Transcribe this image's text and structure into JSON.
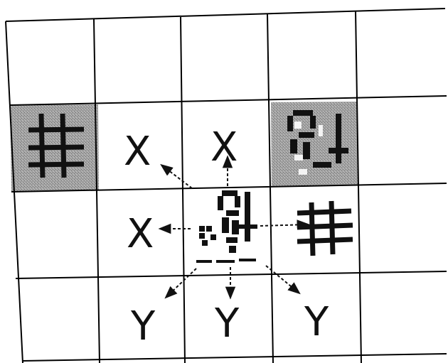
{
  "grid": {
    "rows": 4,
    "cols": 5
  },
  "shaded_cells": [
    {
      "row": 1,
      "col": 0,
      "glyph": "hash-icon"
    },
    {
      "row": 1,
      "col": 3,
      "glyph": "figure-icon"
    }
  ],
  "center_cell": {
    "row": 2,
    "col": 2,
    "glyph": "figure-icon"
  },
  "plain_hash_cell": {
    "row": 2,
    "col": 3,
    "glyph": "hash-icon"
  },
  "labels": [
    {
      "id": "x-top-left",
      "text": "X",
      "row": 1,
      "col": 1
    },
    {
      "id": "x-top",
      "text": "X",
      "row": 1,
      "col": 2
    },
    {
      "id": "x-left",
      "text": "X",
      "row": 2,
      "col": 1
    },
    {
      "id": "y-bottom-left",
      "text": "Y",
      "row": 3,
      "col": 1
    },
    {
      "id": "y-bottom",
      "text": "Y",
      "row": 3,
      "col": 2
    },
    {
      "id": "y-bottom-right",
      "text": "Y",
      "row": 3,
      "col": 3
    }
  ],
  "colors": {
    "shade": "#9a9a9a",
    "ink": "#111111",
    "line": "#000000"
  }
}
